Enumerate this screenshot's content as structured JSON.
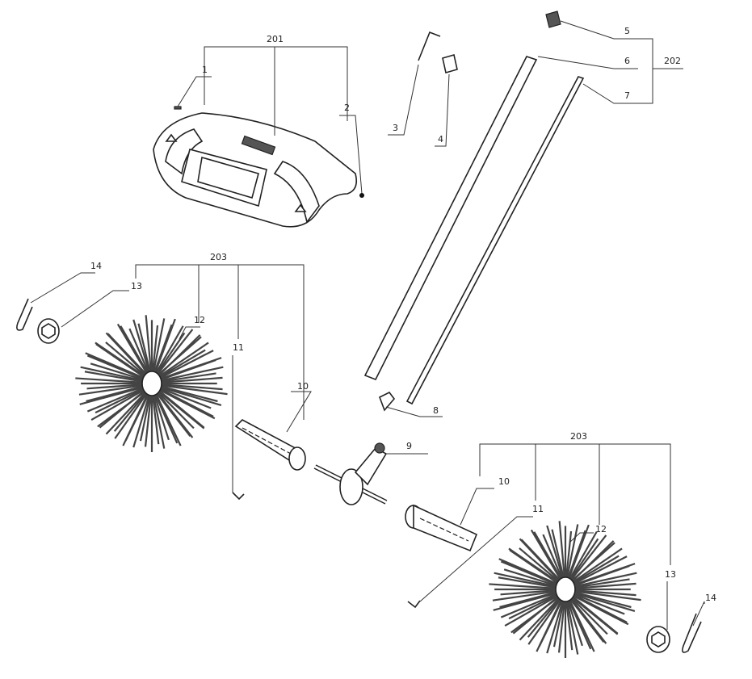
{
  "diagram": {
    "labels": {
      "assembly_201": "201",
      "part_1": "1",
      "part_2": "2",
      "part_3": "3",
      "part_4": "4",
      "part_5": "5",
      "part_6": "6",
      "assembly_202": "202",
      "part_7": "7",
      "part_8": "8",
      "part_9": "9",
      "left": {
        "assembly_203": "203",
        "part_10": "10",
        "part_11": "11",
        "part_12": "12",
        "part_13": "13",
        "part_14": "14"
      },
      "right": {
        "assembly_203": "203",
        "part_10": "10",
        "part_11": "11",
        "part_12": "12",
        "part_13": "13",
        "part_14": "14"
      }
    }
  }
}
